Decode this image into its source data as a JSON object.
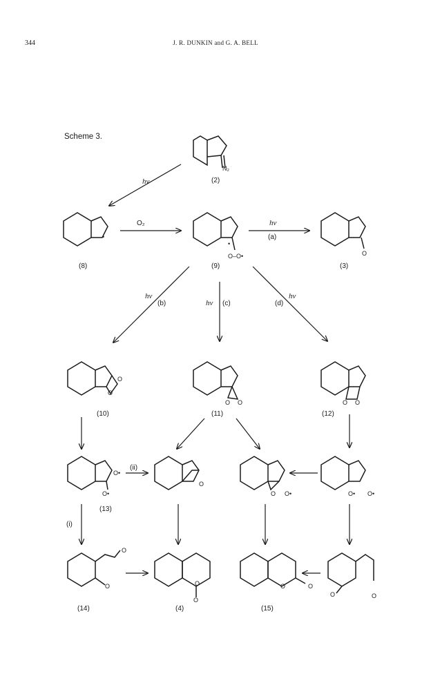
{
  "header": {
    "page_number": "344",
    "running_head": "J. R. DUNKIN and G. A. BELL"
  },
  "scheme": {
    "title": "Scheme 3.",
    "compound_labels": {
      "c2": "(2)",
      "c8": "(8)",
      "c9": "(9)",
      "c3": "(3)",
      "c10": "(10)",
      "c11": "(11)",
      "c12": "(12)",
      "c13": "(13)",
      "c14": "(14)",
      "c4": "(4)",
      "c15": "(15)"
    },
    "reagents": {
      "hv": "hν",
      "o2": "O₂",
      "a": "(a)",
      "b": "(b)",
      "c": "(c)",
      "d": "(d)",
      "i": "(i)",
      "ii": "(ii)"
    },
    "atoms": {
      "n2": "N₂",
      "o": "O",
      "o_rad": "O•",
      "oo_rad": "O–O•",
      "dot": "•"
    }
  }
}
